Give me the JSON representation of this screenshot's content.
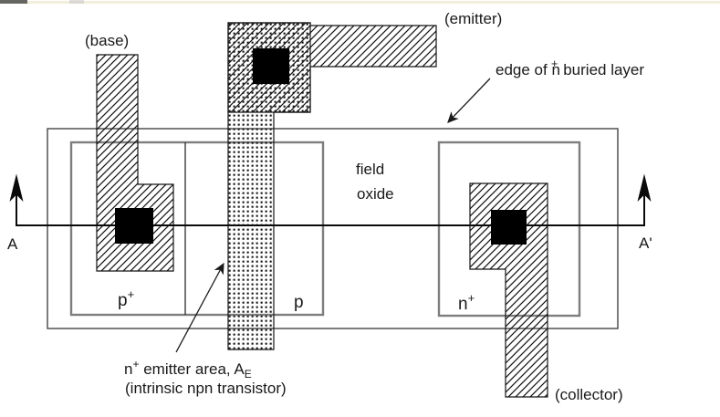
{
  "diagram": {
    "labels": {
      "base": "(base)",
      "emitter": "(emitter)",
      "buried_layer": {
        "pre": "edge of n",
        "sup": "+",
        "post": " buried layer"
      },
      "field_oxide": {
        "line1": "field",
        "line2": "oxide"
      },
      "p_plus_region": {
        "base": "p",
        "sup": "+"
      },
      "p_region": "p",
      "n_plus_region": {
        "base": "n",
        "sup": "+"
      },
      "section_left": "A",
      "section_right": "A'",
      "emitter_area": {
        "pre": "n",
        "sup": "+",
        "mid": " emitter area, A",
        "sub": "E"
      },
      "emitter_area_note": "(intrinsic npn transistor)",
      "collector": "(collector)"
    },
    "colors": {
      "background": "#ffffff",
      "line": "#1a1a1a",
      "island_outline": "#7e7e7e",
      "pattern_ink": "#111111",
      "contact_fill": "#000000",
      "top_edge_strip": "#f3eedb",
      "top_left_smudge": "#4b4b4b"
    }
  }
}
